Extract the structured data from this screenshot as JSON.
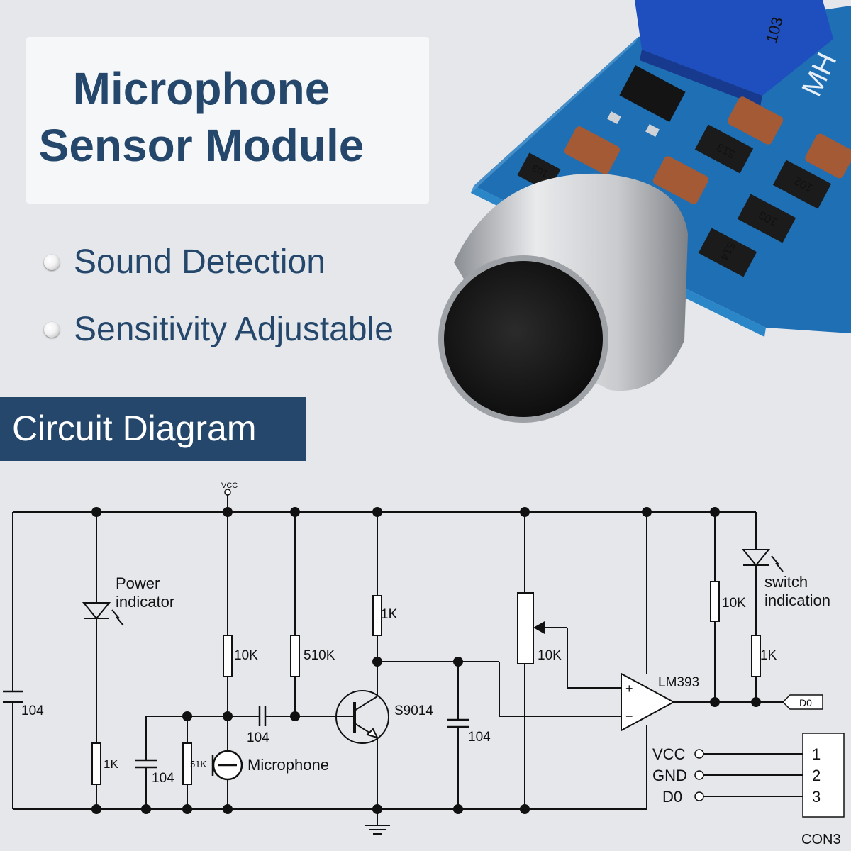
{
  "title": {
    "line1": "Microphone",
    "line2": "Sensor Module"
  },
  "features": [
    {
      "label": "Sound Detection",
      "icon": "bullet-icon"
    },
    {
      "label": "Sensitivity Adjustable",
      "icon": "bullet-icon"
    }
  ],
  "section": {
    "title": "Circuit Diagram"
  },
  "photo": {
    "board_labels": {
      "pot_code": "103",
      "silkscreen": "MH"
    },
    "resistor_codes": [
      "513",
      "102",
      "103",
      "514",
      "103"
    ]
  },
  "colors": {
    "primary": "#24476b",
    "background": "#e6e7eb",
    "pcb": "#1e6fb3",
    "card": "#f6f7f9"
  },
  "circuit": {
    "vcc_label": "VCC",
    "power_indicator": [
      "Power",
      "indicator"
    ],
    "switch_indication": [
      "switch",
      "indication"
    ],
    "components": {
      "c_left": "104",
      "r_power": "1K",
      "r_10k_bias": "10K",
      "r_510k": "510K",
      "c_coupling": "104",
      "c_mic": "104",
      "r_51k": "51K",
      "microphone": "Microphone",
      "r_collector": "1K",
      "transistor": "S9014",
      "c_collector": "104",
      "potentiometer": "10K",
      "comparator": "LM393",
      "r_pullup": "10K",
      "r_led": "1K",
      "output_tag": "D0",
      "plus_sign": "+",
      "minus_sign": "−"
    },
    "pins": [
      "VCC",
      "GND",
      "D0"
    ],
    "connector_pins": [
      "1",
      "2",
      "3"
    ],
    "connector_name": "CON3"
  }
}
